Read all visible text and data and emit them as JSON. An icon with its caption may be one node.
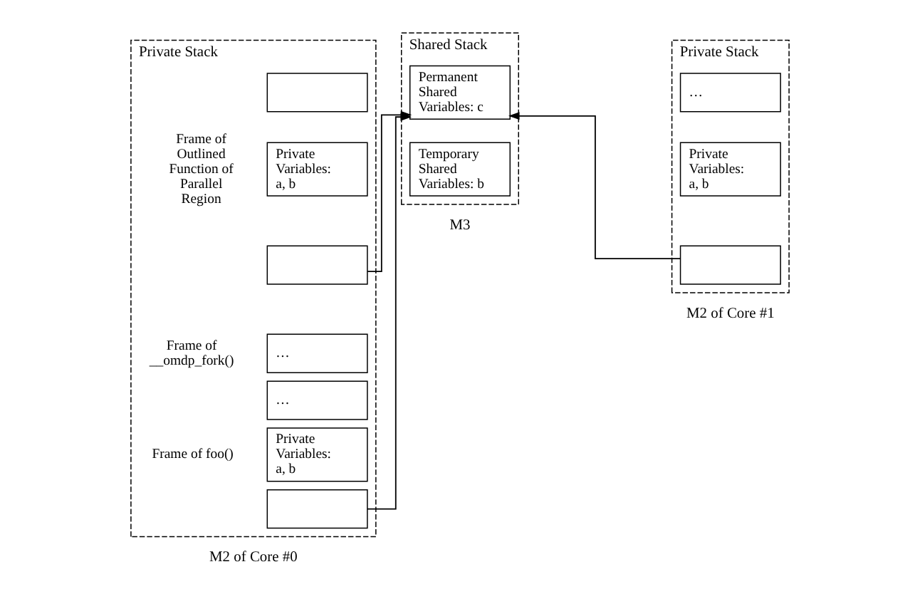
{
  "diagram": {
    "nodes": [
      {
        "text": [
          "Private Stack",
          "M2 of Core #0"
        ]
      },
      {
        "text": [],
        "shape": "box",
        "in": 0
      },
      {
        "text": [
          "Private Variables: a, b"
        ],
        "in": 0
      },
      {
        "text": [],
        "shape": "box",
        "in": 0
      },
      {
        "text": [
          "…"
        ],
        "in": 0
      },
      {
        "text": [
          "…"
        ],
        "in": 0
      },
      {
        "text": [
          "Private Variables: a, b"
        ],
        "in": 0
      },
      {
        "text": [],
        "shape": "box",
        "in": 0
      },
      {
        "text": [
          "Shared Stack",
          "M3"
        ]
      },
      {
        "text": [
          "Permanent Shared Variables: c"
        ],
        "in": 8
      },
      {
        "text": [
          "Temporary Shared Variables: b"
        ],
        "in": 8
      },
      {
        "text": [
          "Private Stack",
          "M2 of Core #1"
        ]
      },
      {
        "text": [
          "…"
        ],
        "in": 11
      },
      {
        "text": [
          "Private Variables: a, b"
        ],
        "in": 11
      },
      {
        "text": [],
        "shape": "box",
        "in": 11
      }
    ],
    "edges": [
      {
        "from": 3,
        "to": 9,
        "arrow": "to"
      },
      {
        "from": 7,
        "to": 9,
        "arrow": "to"
      },
      {
        "from": 14,
        "to": 9,
        "arrow": "to"
      }
    ],
    "labels": [
      "Frame of Outlined Function of Parallel Region",
      "Frame of __omdp_fork()",
      "Frame of foo()"
    ]
  }
}
